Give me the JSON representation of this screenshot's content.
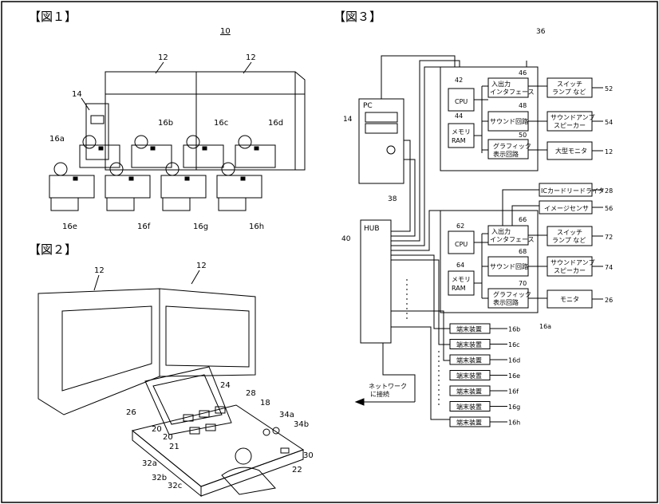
{
  "figures": {
    "fig1": {
      "title": "【図１】",
      "ref_10": "10",
      "ref_12a": "12",
      "ref_12b": "12",
      "ref_14": "14",
      "ref_16a": "16a",
      "ref_16b": "16b",
      "ref_16c": "16c",
      "ref_16d": "16d",
      "ref_16e": "16e",
      "ref_16f": "16f",
      "ref_16g": "16g",
      "ref_16h": "16h"
    },
    "fig2": {
      "title": "【図２】",
      "ref_12a": "12",
      "ref_12b": "12",
      "ref_18": "18",
      "ref_20a": "20",
      "ref_20b": "20",
      "ref_21": "21",
      "ref_22": "22",
      "ref_24": "24",
      "ref_26": "26",
      "ref_28": "28",
      "ref_30": "30",
      "ref_32a": "32a",
      "ref_32b": "32b",
      "ref_32c": "32c",
      "ref_34a": "34a",
      "ref_34b": "34b"
    },
    "fig3": {
      "title": "【図３】",
      "ref_36": "36",
      "ref_38": "38",
      "ref_40": "40",
      "ref_14": "14",
      "pc_label": "PC",
      "hub_label": "HUB",
      "network_label_1": "ネットワーク",
      "network_label_2": "に接続",
      "upper": {
        "ref_42": "42",
        "ref_44": "44",
        "ref_46": "46",
        "ref_48": "48",
        "ref_50": "50",
        "cpu": "CPU",
        "mem_1": "メモリ",
        "mem_2": "RAM",
        "io_1": "入出力",
        "io_2": "インタフェース",
        "sound": "サウンド回路",
        "gfx_1": "グラフィック",
        "gfx_2": "表示回路",
        "switch_1": "スイッチ",
        "switch_2": "ランプ など",
        "speaker_1": "サウンドアンプ",
        "speaker_2": "スピーカー",
        "monitor": "大型モニタ",
        "ref_52": "52",
        "ref_54": "54",
        "ref_12": "12"
      },
      "lower": {
        "ref_62": "62",
        "ref_64": "64",
        "ref_66": "66",
        "ref_68": "68",
        "ref_70": "70",
        "cpu": "CPU",
        "mem_1": "メモリ",
        "mem_2": "RAM",
        "io_1": "入出力",
        "io_2": "インタフェース",
        "sound": "サウンド回路",
        "gfx_1": "グラフィック",
        "gfx_2": "表示回路",
        "ic_reader": "ICカードリードライタ",
        "image_sensor": "イメージセンサ",
        "switch_1": "スイッチ",
        "switch_2": "ランプ など",
        "speaker_1": "サウンドアンプ",
        "speaker_2": "スピーカー",
        "monitor": "モニタ",
        "ref_28": "28",
        "ref_56": "56",
        "ref_72": "72",
        "ref_74": "74",
        "ref_26": "26",
        "ref_16a": "16a"
      },
      "terminals": [
        {
          "label": "端末装置",
          "ref": "16b"
        },
        {
          "label": "端末装置",
          "ref": "16c"
        },
        {
          "label": "端末装置",
          "ref": "16d"
        },
        {
          "label": "端末装置",
          "ref": "16e"
        },
        {
          "label": "端末装置",
          "ref": "16f"
        },
        {
          "label": "端末装置",
          "ref": "16g"
        },
        {
          "label": "端末装置",
          "ref": "16h"
        }
      ]
    }
  }
}
